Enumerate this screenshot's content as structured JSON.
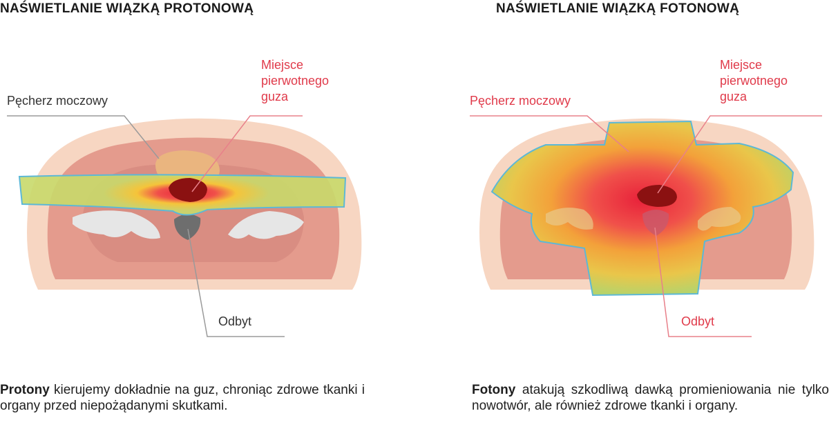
{
  "proton": {
    "title": "NAŚWIETLANIE WIĄZKĄ PROTONOWĄ",
    "labels": {
      "bladder": "Pęcherz moczowy",
      "tumor": [
        "Miejsce",
        "pierwotnego",
        "guza"
      ],
      "rectum": "Odbyt"
    },
    "caption_bold": "Protony",
    "caption_text": " kierujemy dokładnie na guz, chroniąc zdrowe tkanki i organy przed niepożądanymi skutkami."
  },
  "photon": {
    "title": "NAŚWIETLANIE WIĄZKĄ FOTONOWĄ",
    "labels": {
      "bladder": "Pęcherz moczowy",
      "tumor": [
        "Miejsce",
        "pierwotnego",
        "guza"
      ],
      "rectum": "Odbyt"
    },
    "caption_bold": "Fotony",
    "caption_text": " atakują szkodliwą dawką promieniowania nie tylko nowotwór, ale również zdrowe tkanki i organy."
  },
  "colors": {
    "skin": "#f7d6c2",
    "tissue": "#e49b8d",
    "inner": "#d98d82",
    "bladder": "#eab57f",
    "bone": "#e6e6e6",
    "rectum": "#6e6e6e",
    "tumor": "#8b1111",
    "label_dark": "#333333",
    "label_red": "#e03a4a",
    "leader_gray": "#9a9a9a",
    "leader_red": "#e8808a"
  }
}
